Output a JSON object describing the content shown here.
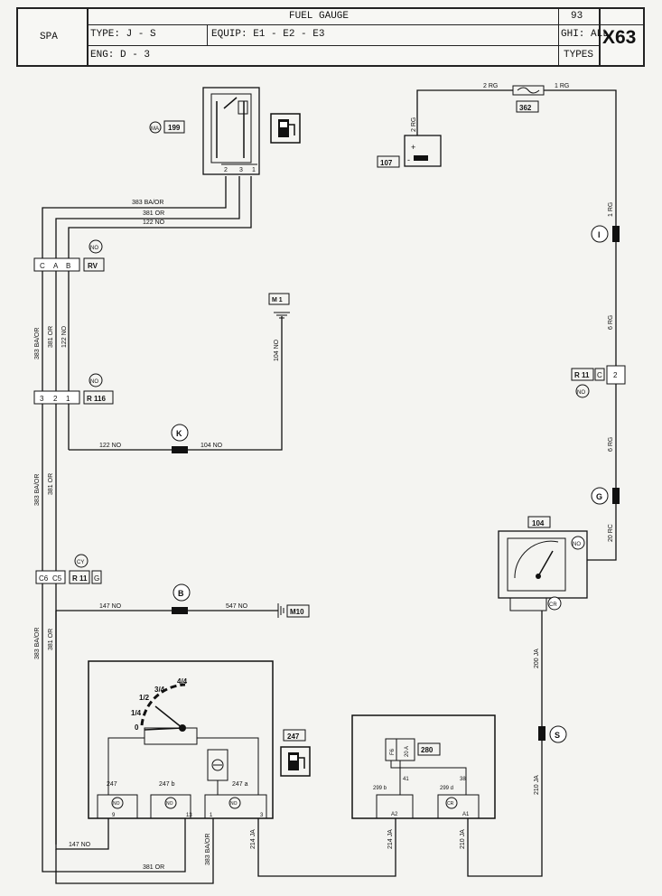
{
  "header": {
    "market": "SPA",
    "title": "FUEL GAUGE",
    "page": "93",
    "type": "TYPE: J - S",
    "equip": "EQUIP: E1 - E2 - E3",
    "ghi_line1": "GHI: ALL",
    "ghi_line2": "TYPES",
    "eng": "ENG: D - 3",
    "code": "X63"
  },
  "components": {
    "sender_ref": "199",
    "sender_marker": "MA",
    "fuse_ref": "362",
    "battery_ref": "107",
    "ground_m1": "M 1",
    "ground_m10": "M10",
    "gauge_ref": "104",
    "gauge_marker": "CR",
    "ecu_ref": "280",
    "ecu_fuse": "20 A",
    "ecu_fuse_label": "F6",
    "fuel_icon_ref": "247",
    "panel_refs": [
      "247",
      "247 b",
      "247 a"
    ],
    "panel_conn": "NO",
    "ecu_conn_b": "299 b",
    "ecu_conn_d": "299 d"
  },
  "connectors": {
    "rv": {
      "name": "RV",
      "marker": "NO",
      "pins": [
        "C",
        "A",
        "B"
      ]
    },
    "r116": {
      "name": "R 116",
      "marker": "NO",
      "pins": [
        "3",
        "2",
        "1"
      ]
    },
    "r11c": {
      "name": "R 11",
      "letter": "C",
      "marker": "NO",
      "pin": "2"
    },
    "r11g": {
      "name": "R 11",
      "letter": "G",
      "marker": "CY",
      "pins": [
        "C6",
        "C5"
      ]
    }
  },
  "splices": {
    "k": "K",
    "b": "B",
    "i": "I",
    "g": "G",
    "s": "S"
  },
  "wires": {
    "w383": "383 BA/OR",
    "w381": "381 OR",
    "w122": "122 NO",
    "w104": "104 NO",
    "w147": "147 NO",
    "w547": "547 NO",
    "w2rg": "2 RG",
    "w1rg": "1 RG",
    "w6rg": "6 RG",
    "w20rg": "20 RC",
    "w200ja": "200 JA",
    "w210ja": "210 JA",
    "w214ja": "214 JA"
  },
  "gauge_scale": [
    "0",
    "1/4",
    "1/2",
    "3/4",
    "4/4"
  ],
  "pin_numbers": {
    "sender": [
      "2",
      "3",
      "1"
    ],
    "panel": [
      "9",
      "13",
      "1",
      "3"
    ],
    "ecu": [
      "41",
      "38",
      "A2",
      "A1"
    ]
  }
}
